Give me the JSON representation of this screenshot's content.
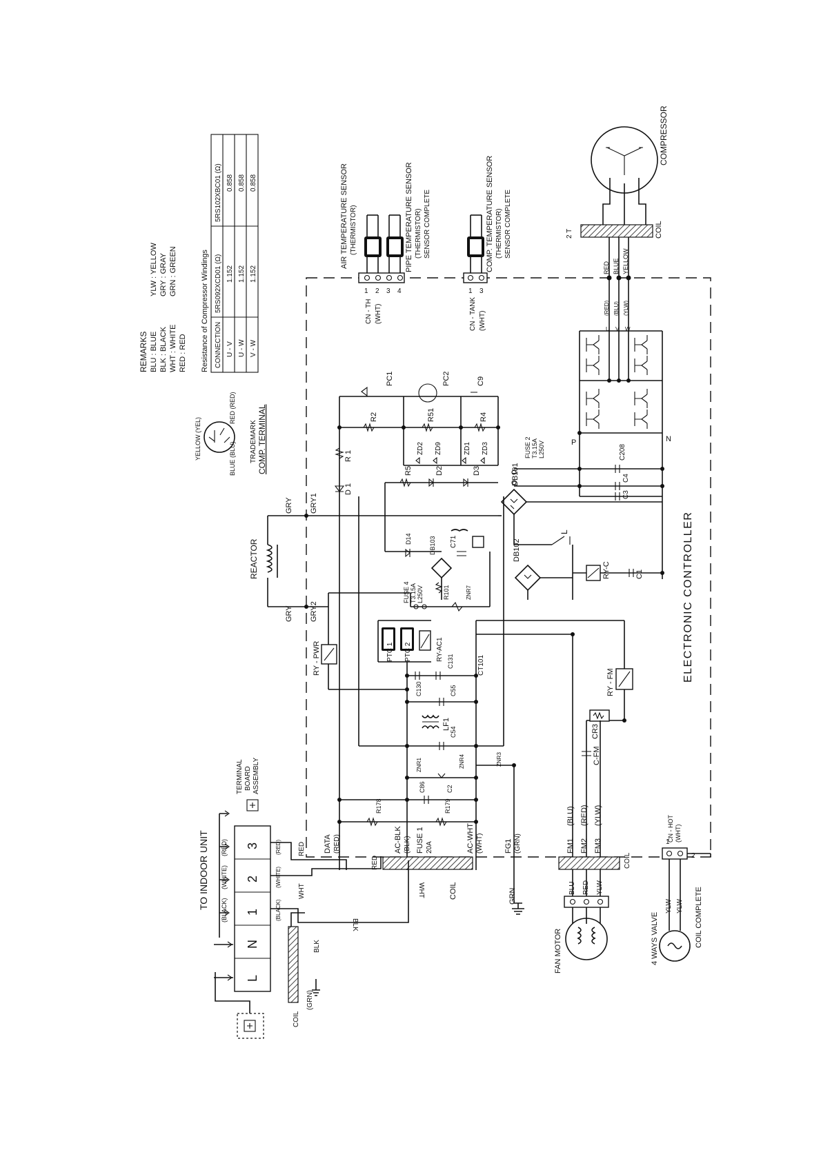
{
  "remarks": {
    "title": "REMARKS",
    "colors": [
      "BLU : BLUE",
      "BLK : BLACK",
      "WHT : WHITE",
      "RED : RED",
      "YLW : YELLOW",
      "GRY : GRAY",
      "GRN : GREEN"
    ],
    "resistance_title": "Resistance of Compressor Windings",
    "table": {
      "headers": [
        "CONNECTION",
        "5RS092XCD01 (Ω)",
        "5RS102XBC01 (Ω)"
      ],
      "rows": [
        [
          "U - V",
          "1.152",
          "0.858"
        ],
        [
          "U - W",
          "1.152",
          "0.858"
        ],
        [
          "V - W",
          "1.152",
          "0.858"
        ]
      ]
    }
  },
  "comp_terminal": {
    "title": "COMP. TERMINAL",
    "trademark": "TRADEMARK",
    "yellow": "YELLOW (YEL)",
    "red": "RED (RED)",
    "blue": "BLUE (BLU)"
  },
  "sensors": {
    "air": [
      "AIR TEMPERATURE SENSOR",
      "(THERMISTOR)"
    ],
    "pipe": [
      "PIPE TEMPERATURE SENSOR",
      "(THERMISTOR)",
      "SENSOR COMPLETE"
    ],
    "comp": [
      "COMP. TEMPERATURE SENSOR",
      "(THERMISTOR)",
      "SENSOR COMPLETE"
    ],
    "cn_th": [
      "CN - TH",
      "(WHT)"
    ],
    "cn_tank": [
      "CN - TANK",
      "(WHT)"
    ],
    "pins_th": [
      "1",
      "2",
      "3",
      "4"
    ],
    "pins_tank": [
      "1",
      "3"
    ]
  },
  "compressor": {
    "label": "COMPRESSOR",
    "coil": "COIL",
    "terminal": "2 T",
    "wires": [
      "RED",
      "BLUE",
      "YELLOW"
    ],
    "phases": [
      "U",
      "V",
      "W"
    ],
    "phase_colors": [
      "(RED)",
      "(BLU)",
      "(YLW)"
    ]
  },
  "reactor": {
    "label": "REACTOR",
    "gry": "GRY",
    "gry1": "GRY1",
    "gry2": "GRY2"
  },
  "components": {
    "R1": "R 1",
    "D1": "D 1",
    "R2": "R2",
    "R51": "R51",
    "R4": "R4",
    "PC1": "PC1",
    "PC2": "PC2",
    "C9": "C9",
    "ZD2": "ZD2",
    "ZD9": "ZD9",
    "ZD1": "ZD1",
    "ZD3": "ZD3",
    "R5": "R5",
    "D2": "D2",
    "D3": "D3",
    "D14": "D14",
    "FUSE2": [
      "FUSE 2",
      "T3.15A",
      "L250V"
    ],
    "C208": "C208",
    "C4": "C4",
    "C3": "C3",
    "C1": "C1",
    "P": "P",
    "N": "N",
    "DB101": "DB101",
    "DB102": "DB102",
    "DB103": "DB103",
    "C71": "C71",
    "RYC": "RY-C",
    "FUSE4": [
      "FUSE 4",
      "T3.15A",
      "L250V"
    ],
    "R101": "R101",
    "ZNR7": "ZNR7",
    "PTC1": "PTC 1",
    "PTC2": "PTC 2",
    "RYAC1": "RY-AC1",
    "RYPWR": "RY - PWR",
    "C131": "C131",
    "CT101": "CT101",
    "C130": "C130",
    "C55": "C55",
    "LF1": "LF1",
    "C54": "C54",
    "ZNR1": "ZNR1",
    "ZNR4": "ZNR4",
    "ZNR3": "ZNR3",
    "C86": "C86",
    "C2": "C2",
    "R178": "R178",
    "R179": "R179",
    "RYFM": "RY - FM",
    "CR3": "CR3",
    "CFM": "C-FM",
    "L": "L"
  },
  "board_label": "ELECTRONIC  CONTROLLER",
  "connectors": {
    "data": [
      "DATA",
      "(RED)"
    ],
    "acblk": [
      "AC-BLK",
      "(BLK)"
    ],
    "fuse1": [
      "FUSE 1",
      "20A"
    ],
    "acwht": [
      "AC-WHT",
      "(WHT)"
    ],
    "fg1": [
      "FG1",
      "(GRN)"
    ],
    "fm1": [
      "FM1",
      "(BLU)"
    ],
    "fm2": [
      "FM2",
      "(RED)"
    ],
    "fm3": [
      "FM3",
      "(YLW)"
    ],
    "cnhot": [
      "CN - HOT",
      "(WHT)"
    ],
    "cnhot_pins": [
      "1",
      "2"
    ]
  },
  "wires": {
    "red": "RED",
    "wht": "WHT",
    "blk": "BLK",
    "grn": "GRN",
    "coil": "COIL",
    "blu": "BLU",
    "ylw": "YLW"
  },
  "terminal_board": {
    "title": "TO INDOOR UNIT",
    "label": [
      "TERMINAL",
      "BOARD",
      "ASSEMBLY"
    ],
    "terminals": [
      "L",
      "N",
      "1",
      "2",
      "3"
    ],
    "term_colors": [
      "(BLACK)",
      "(WHITE)",
      "(RED)"
    ],
    "color_labels": [
      "(BLACK)",
      "(WHITE)",
      "(RED)"
    ],
    "grn": "(GRN)",
    "coil": "COIL",
    "blk": "BLK"
  },
  "fan_motor": {
    "label": "FAN MOTOR",
    "wires": [
      "BLU",
      "RED",
      "YLW"
    ]
  },
  "four_way": {
    "label": "4 WAYS VALVE",
    "coil": "COIL COMPLETE",
    "ylw": "YLW"
  }
}
